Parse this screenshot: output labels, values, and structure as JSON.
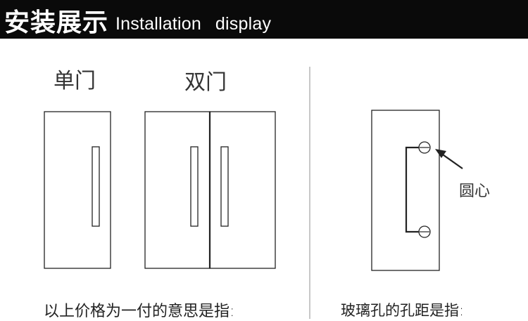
{
  "header": {
    "title_zh": "安装展示",
    "title_en_1": "Installation",
    "title_en_2": "display",
    "background": "#0a0a0a"
  },
  "labels": {
    "single_door": "单门",
    "double_door": "双门",
    "center_point": "圆心"
  },
  "captions": {
    "left": "以上价格为一付的意思是指:",
    "right": "玻璃孔的孔距是指:"
  },
  "colors": {
    "line": "#222222",
    "divider": "#c8c8c8"
  }
}
